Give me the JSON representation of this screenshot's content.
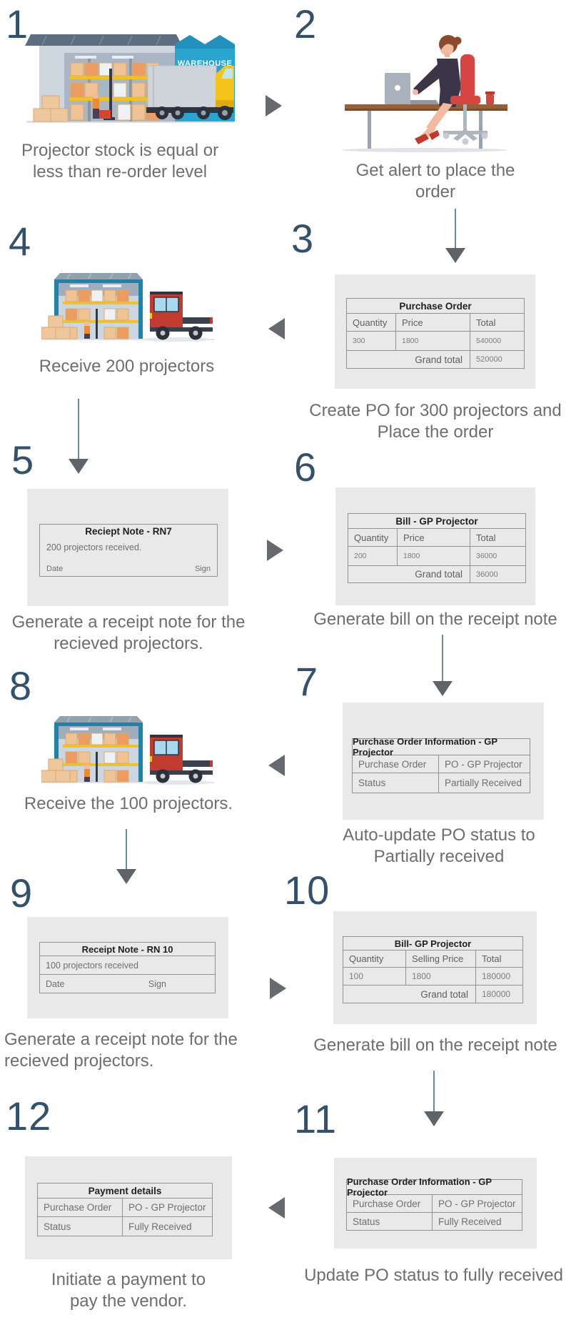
{
  "colors": {
    "step_number": "#33516b",
    "caption_text": "#6e6e6e",
    "card_background": "#e9e9e9",
    "table_border": "#8f9396",
    "arrow_head": "#5f6266",
    "arrow_stem": "#6b8d92",
    "warehouse_blue": "#2aa5d1",
    "truck_yellow": "#f5c41c",
    "truck_red": "#c23b30"
  },
  "steps": {
    "s1": {
      "number": "1",
      "caption_lines": [
        "Projector stock is equal or",
        "less than re-order level"
      ],
      "illustration": "warehouse-with-yellow-truck",
      "warehouse_sign": "WAREHOUSE"
    },
    "s2": {
      "number": "2",
      "caption_lines": [
        "Get alert to place the",
        "order"
      ],
      "illustration": "woman-at-desk"
    },
    "s3": {
      "number": "3",
      "caption_lines": [
        "Create PO for 300 projectors and",
        "Place the order"
      ],
      "table": {
        "title": "Purchase Order",
        "columns": [
          "Quantity",
          "Price",
          "Total"
        ],
        "row": [
          "300",
          "1800",
          "540000"
        ],
        "grand_total_label": "Grand total",
        "grand_total_value": "520000"
      }
    },
    "s4": {
      "number": "4",
      "caption_lines": [
        "Receive 200 projectors"
      ],
      "illustration": "warehouse-with-red-truck"
    },
    "s5": {
      "number": "5",
      "caption_lines": [
        "Generate a receipt note for the",
        "recieved projectors."
      ],
      "note": {
        "title": "Reciept Note - RN7",
        "body": "200 projectors received.",
        "date_label": "Date",
        "sign_label": "Sign"
      }
    },
    "s6": {
      "number": "6",
      "caption_lines": [
        "Generate bill on the receipt note"
      ],
      "table": {
        "title": "Bill - GP Projector",
        "columns": [
          "Quantity",
          "Price",
          "Total"
        ],
        "row": [
          "200",
          "1800",
          "36000"
        ],
        "grand_total_label": "Grand total",
        "grand_total_value": "36000"
      }
    },
    "s7": {
      "number": "7",
      "caption_lines": [
        "Auto-update PO status to",
        "Partially received"
      ],
      "table": {
        "title": "Purchase Order Information - GP Projector",
        "rows": [
          [
            "Purchase Order",
            "PO - GP Projector"
          ],
          [
            "Status",
            "Partially Received"
          ]
        ]
      }
    },
    "s8": {
      "number": "8",
      "caption_lines": [
        "Receive the 100 projectors."
      ],
      "illustration": "warehouse-with-red-truck"
    },
    "s9": {
      "number": "9",
      "caption_lines": [
        "Generate a receipt note for the",
        "recieved projectors."
      ],
      "note": {
        "title": "Receipt Note - RN 10",
        "body": "100 projectors received",
        "date_label": "Date",
        "sign_label": "Sign"
      }
    },
    "s10": {
      "number": "10",
      "caption_lines": [
        "Generate bill on the receipt note"
      ],
      "table": {
        "title": "Bill-  GP Projector",
        "columns": [
          "Quantity",
          "Selling Price",
          "Total"
        ],
        "row": [
          "100",
          "1800",
          "180000"
        ],
        "grand_total_label": "Grand total",
        "grand_total_value": "180000"
      }
    },
    "s11": {
      "number": "11",
      "caption_lines": [
        "Update PO status to fully received"
      ],
      "table": {
        "title": "Purchase Order Information - GP Projector",
        "rows": [
          [
            "Purchase Order",
            "PO - GP Projector"
          ],
          [
            "Status",
            "Fully Received"
          ]
        ]
      }
    },
    "s12": {
      "number": "12",
      "caption_lines": [
        "Initiate a payment to",
        "pay the vendor."
      ],
      "table": {
        "title": "Payment details",
        "rows": [
          [
            "Purchase Order",
            "PO - GP Projector"
          ],
          [
            "Status",
            "Fully Received"
          ]
        ]
      }
    }
  }
}
